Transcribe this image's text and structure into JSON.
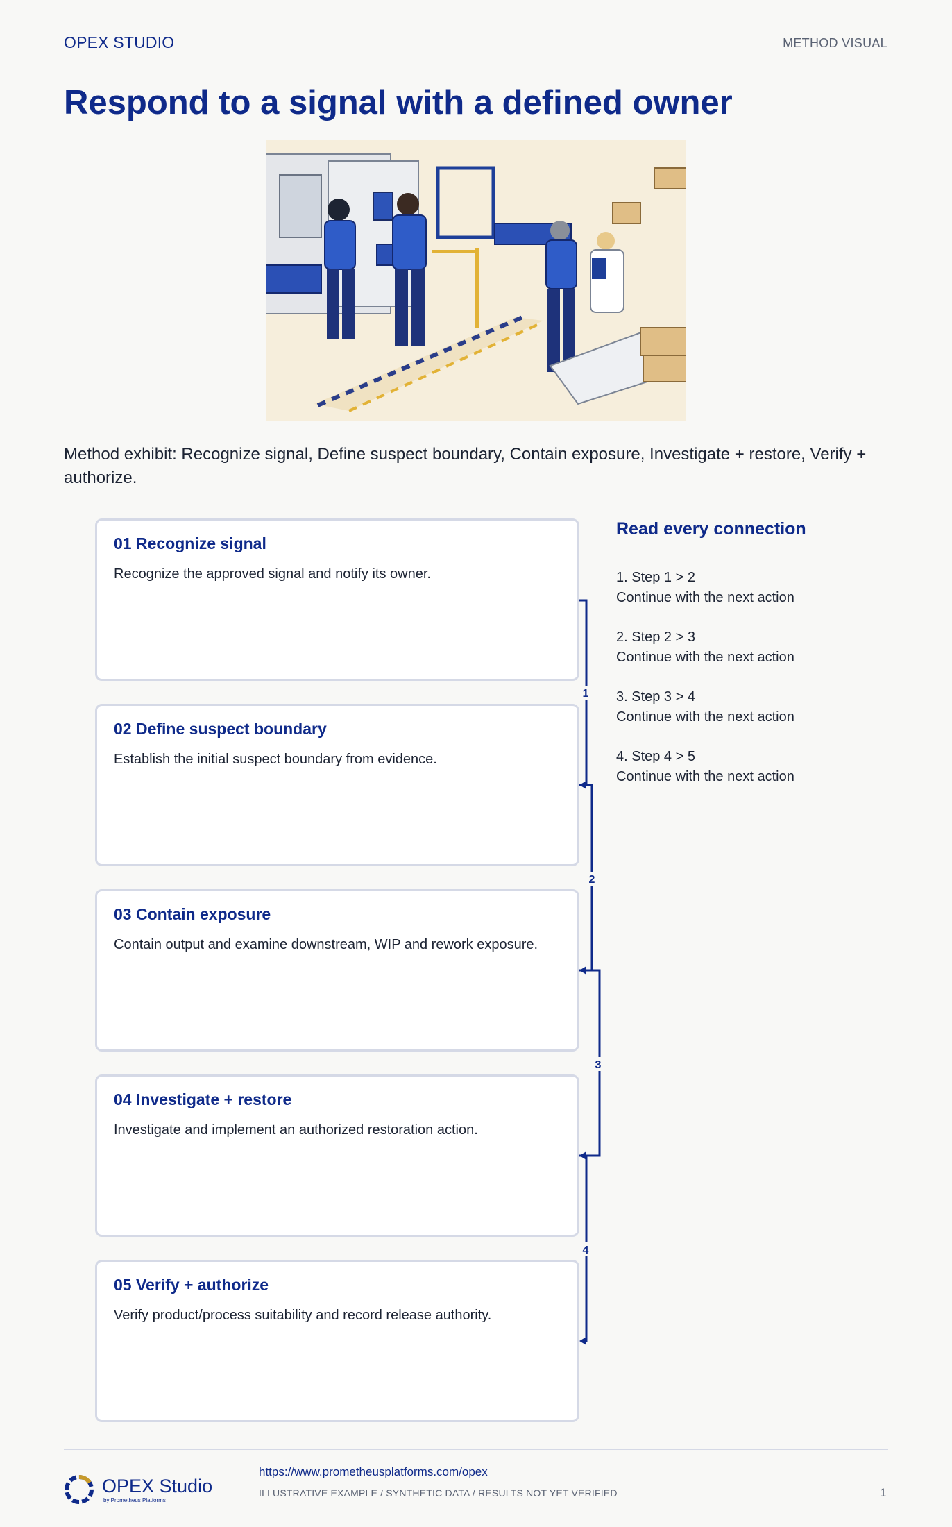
{
  "header": {
    "brand": "OPEX STUDIO",
    "doc_type": "METHOD VISUAL"
  },
  "title": "Respond to a signal with a defined owner",
  "hero_image": {
    "description_icon": "factory-floor-illustration"
  },
  "exhibit_text": "Method exhibit: Recognize signal, Define suspect boundary, Contain exposure, Investigate + restore, Verify + authorize.",
  "steps": [
    {
      "title": "01 Recognize signal",
      "desc": "Recognize the approved signal and notify its owner."
    },
    {
      "title": "02 Define suspect boundary",
      "desc": "Establish the initial suspect boundary from evidence."
    },
    {
      "title": "03 Contain exposure",
      "desc": "Contain output and examine downstream, WIP and rework exposure."
    },
    {
      "title": "04 Investigate + restore",
      "desc": "Investigate and implement an authorized restoration action."
    },
    {
      "title": "05 Verify + authorize",
      "desc": "Verify product/process suitability and record release authority."
    }
  ],
  "connector_labels": [
    "1",
    "2",
    "3",
    "4"
  ],
  "connections": {
    "title": "Read every connection",
    "items": [
      {
        "label": "1. Step 1 > 2",
        "desc": "Continue with the next action"
      },
      {
        "label": "2. Step 2 > 3",
        "desc": "Continue with the next action"
      },
      {
        "label": "3. Step 3 > 4",
        "desc": "Continue with the next action"
      },
      {
        "label": "4. Step 4 > 5",
        "desc": "Continue with the next action"
      }
    ]
  },
  "footer": {
    "logo_name": "OPEX Studio",
    "logo_tagline": "by Prometheus Platforms",
    "url": "https://www.prometheusplatforms.com/opex",
    "disclaimer": "ILLUSTRATIVE EXAMPLE / SYNTHETIC DATA / RESULTS NOT YET VERIFIED",
    "page_number": "1"
  },
  "colors": {
    "accent": "#0f2a8a",
    "card_border": "#d5d9e6",
    "background": "#f8f8f6"
  }
}
